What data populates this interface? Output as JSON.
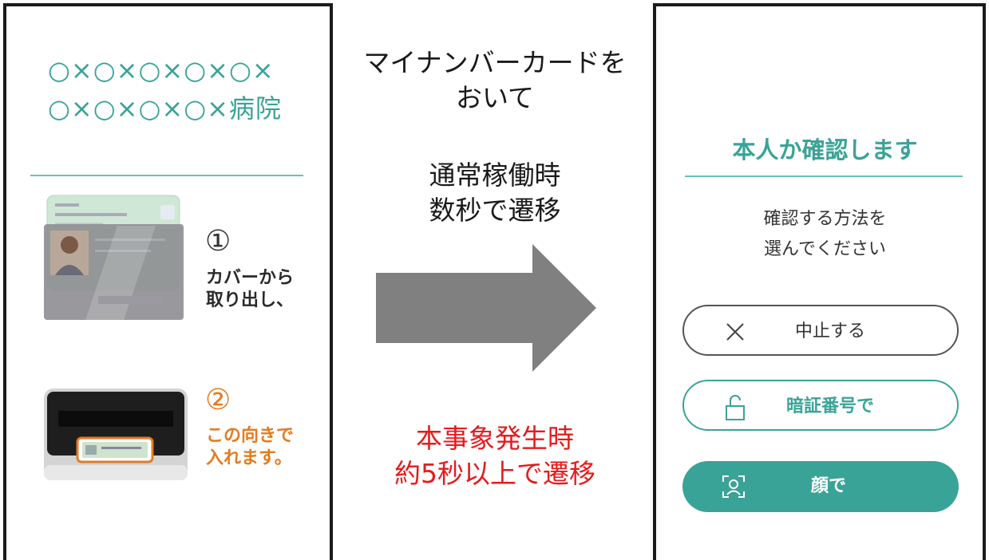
{
  "left_screen": {
    "hospital_line1": "○×○×○×○×○×",
    "hospital_line2": "○×○×○×○×病院",
    "step1": {
      "number": "①",
      "line1": "カバーから",
      "line2": "取り出し、"
    },
    "step2": {
      "number": "②",
      "line1": "この向きで",
      "line2": "入れます。"
    }
  },
  "annotations": {
    "instruction_line1": "マイナンバーカードを",
    "instruction_line2": "おいて",
    "normal_line1": "通常稼働時",
    "normal_line2": "数秒で遷移",
    "issue_line1": "本事象発生時",
    "issue_line2": "約5秒以上で遷移"
  },
  "right_screen": {
    "title": "本人か確認します",
    "subtitle_line1": "確認する方法を",
    "subtitle_line2": "選んでください",
    "buttons": {
      "cancel": "中止する",
      "pin": "暗証番号で",
      "face": "顔で"
    }
  },
  "colors": {
    "accent_teal": "#3aa397",
    "step2_orange": "#e47b20",
    "issue_red": "#e51b1b",
    "arrow_gray": "#808080"
  }
}
